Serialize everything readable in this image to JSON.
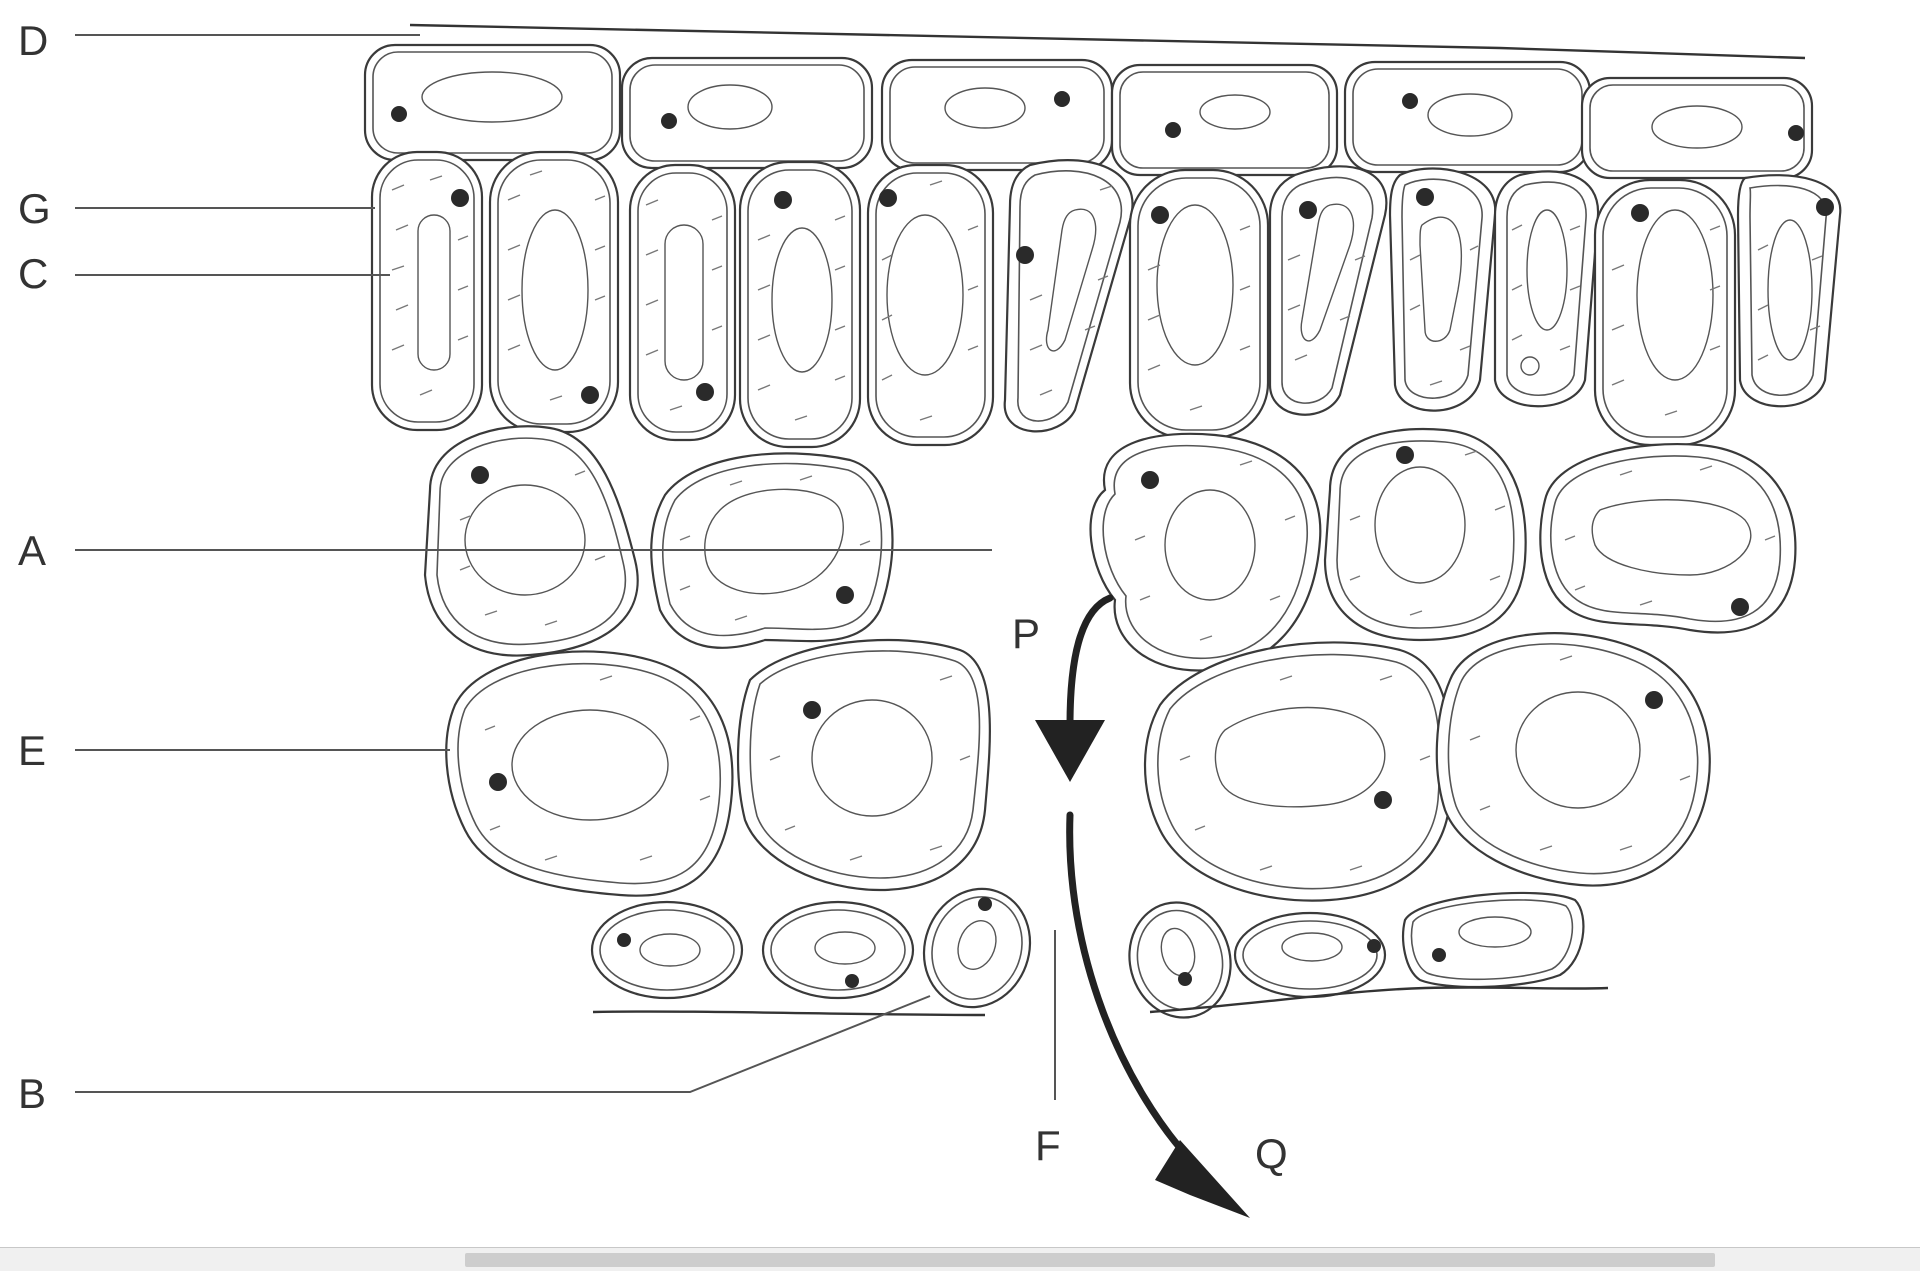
{
  "labels": {
    "D": "D",
    "G": "G",
    "C": "C",
    "A": "A",
    "E": "E",
    "B": "B",
    "F": "F",
    "P": "P",
    "Q": "Q"
  },
  "colors": {
    "line": "#3a3a3a",
    "arrow": "#222222",
    "background": "#ffffff"
  }
}
